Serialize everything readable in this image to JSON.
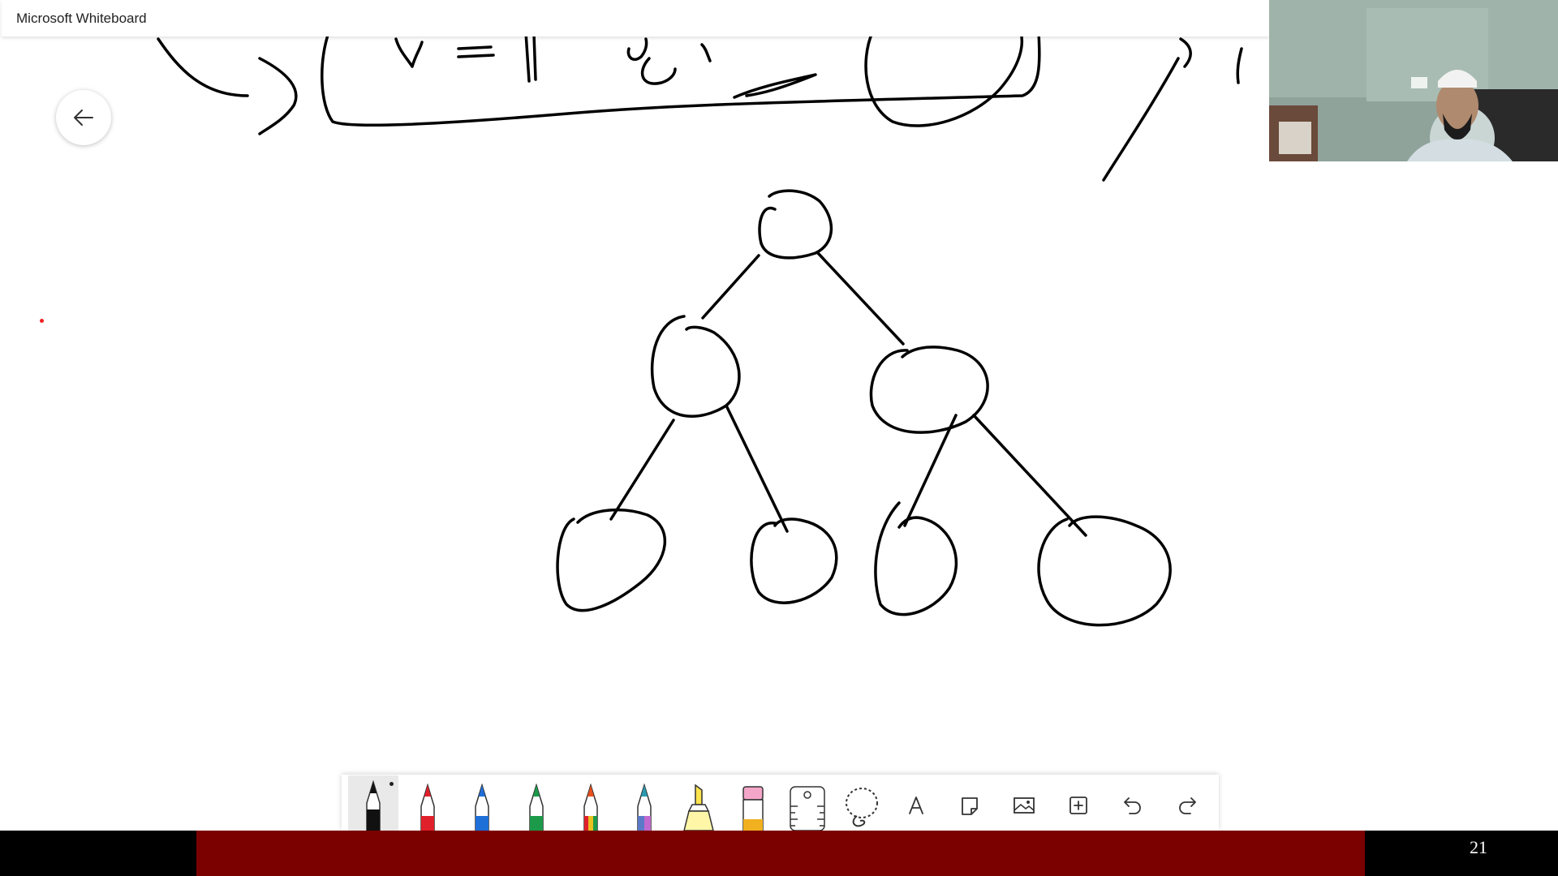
{
  "app": {
    "title": "Microsoft Whiteboard"
  },
  "toolbar": {
    "tools": [
      {
        "name": "black-pen",
        "color": "#111111",
        "selected": true
      },
      {
        "name": "red-pen",
        "color": "#e0202a"
      },
      {
        "name": "blue-pen",
        "color": "#1f6fd8"
      },
      {
        "name": "green-pen",
        "color": "#1c9a4a"
      },
      {
        "name": "rainbow-pen",
        "color": "#e8a020"
      },
      {
        "name": "galaxy-pen",
        "color": "#5a7ac8"
      },
      {
        "name": "highlighter",
        "color": "#ffe44d"
      },
      {
        "name": "eraser",
        "color": "#f4a6c8"
      },
      {
        "name": "ruler-icon"
      },
      {
        "name": "lasso-icon"
      },
      {
        "name": "text-icon"
      },
      {
        "name": "sticky-note-icon"
      },
      {
        "name": "image-icon"
      },
      {
        "name": "add-icon"
      },
      {
        "name": "undo-icon"
      },
      {
        "name": "redo-icon"
      }
    ]
  },
  "footer": {
    "page_number": "21",
    "accent_color": "#7b0000"
  }
}
